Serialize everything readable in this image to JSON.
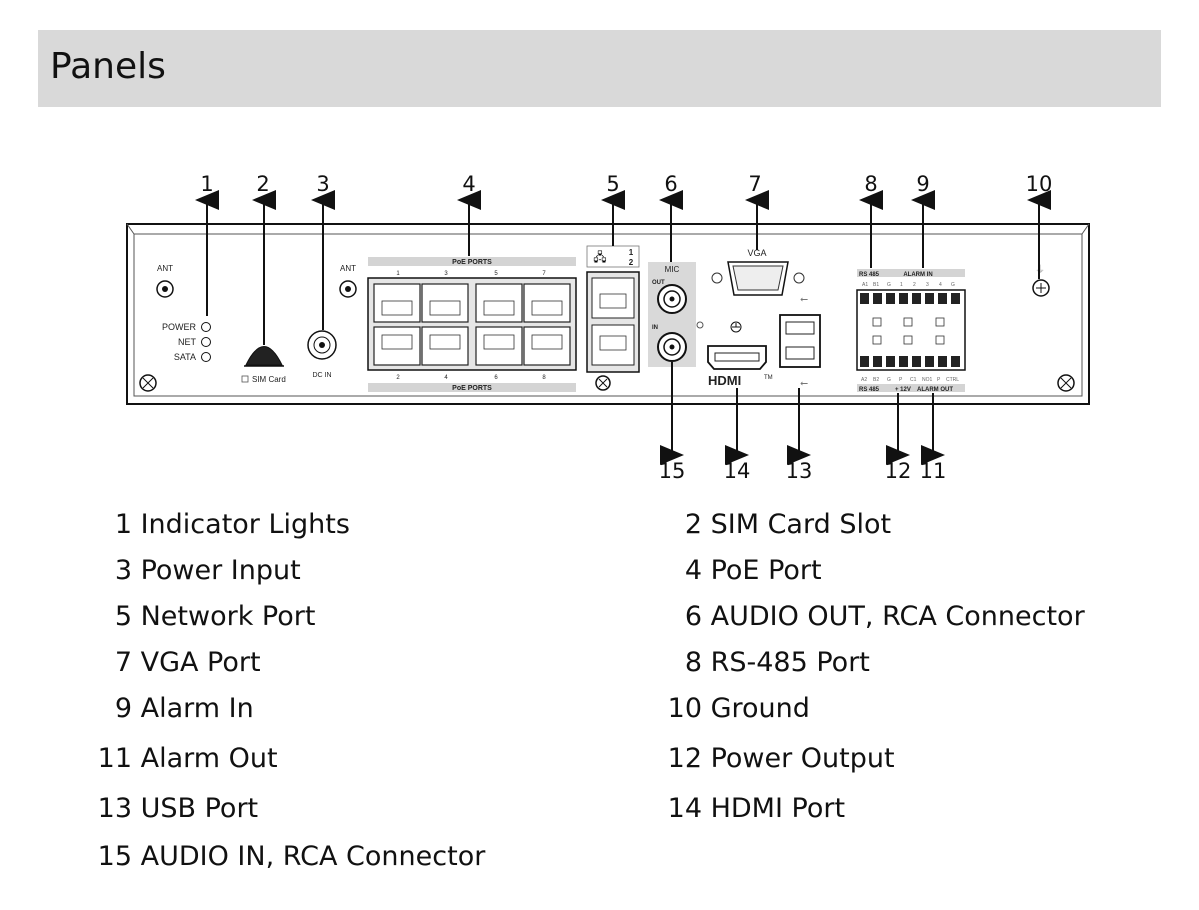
{
  "header": {
    "title": "Panels"
  },
  "callouts": {
    "c1": "1",
    "c2": "2",
    "c3": "3",
    "c4": "4",
    "c5": "5",
    "c6": "6",
    "c7": "7",
    "c8": "8",
    "c9": "9",
    "c10": "10",
    "c11": "11",
    "c12": "12",
    "c13": "13",
    "c14": "14",
    "c15": "15"
  },
  "panel": {
    "ant": "ANT",
    "power": "POWER",
    "net": "NET",
    "sata": "SATA",
    "sim_card": "SIM Card",
    "dc_in": "DC IN",
    "poe_ports": "PoE PORTS",
    "poe_top_nums": [
      "1",
      "3",
      "5",
      "7"
    ],
    "poe_bottom_nums": [
      "2",
      "4",
      "6",
      "8"
    ],
    "net_nums": [
      "1",
      "2"
    ],
    "mic": "MIC",
    "out": "OUT",
    "in": "IN",
    "vga": "VGA",
    "hdmi": "HDMI",
    "tm": "TM",
    "rs485": "RS 485",
    "alarm_in": "ALARM IN",
    "alarm_in_pins": [
      "A1",
      "B1",
      "G",
      "1",
      "2",
      "3",
      "4",
      "G"
    ],
    "alarm_out_pins": [
      "A2",
      "B2",
      "G",
      "P",
      "C1",
      "NO1",
      "P",
      "CTRL"
    ],
    "plus12v": "+ 12V",
    "alarm_out": "ALARM OUT"
  },
  "legend": [
    {
      "num": "1",
      "label": "Indicator Lights"
    },
    {
      "num": "2",
      "label": "SIM Card Slot"
    },
    {
      "num": "3",
      "label": "Power Input"
    },
    {
      "num": "4",
      "label": "PoE Port"
    },
    {
      "num": "5",
      "label": "Network Port"
    },
    {
      "num": "6",
      "label": "AUDIO OUT, RCA Connector"
    },
    {
      "num": "7",
      "label": "VGA Port"
    },
    {
      "num": "8",
      "label": "RS-485 Port"
    },
    {
      "num": "9",
      "label": "Alarm In"
    },
    {
      "num": "10",
      "label": "Ground"
    },
    {
      "num": "11",
      "label": "Alarm Out"
    },
    {
      "num": "12",
      "label": "Power Output"
    },
    {
      "num": "13",
      "label": "USB Port"
    },
    {
      "num": "14",
      "label": "HDMI Port"
    },
    {
      "num": "15",
      "label": "AUDIO IN, RCA Connector"
    }
  ]
}
